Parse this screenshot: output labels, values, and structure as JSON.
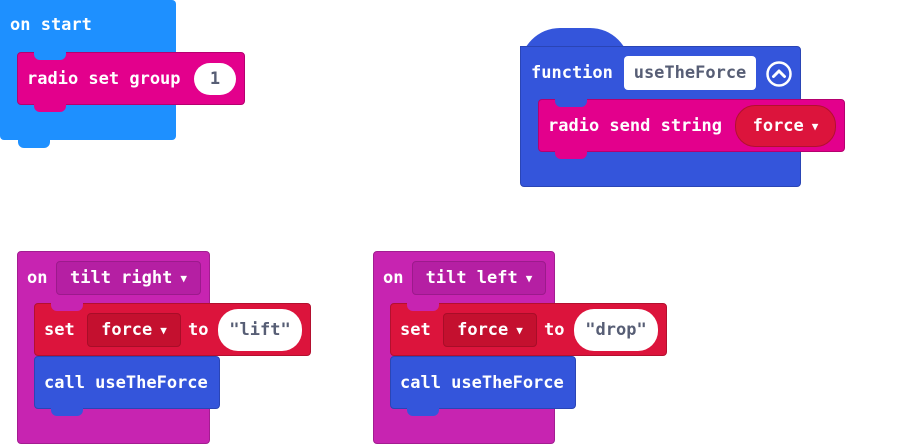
{
  "colors": {
    "basic": "#1e90ff",
    "radio": "#e3008c",
    "functions": "#3455db",
    "variables": "#dc143c",
    "input": "#c724b1",
    "input_dropdown_bg": "#b51fa3",
    "variables_dropdown_bg": "#c4102f"
  },
  "on_start": {
    "label": "on start",
    "radio_set_group": {
      "label": "radio set group",
      "value": "1"
    }
  },
  "function_def": {
    "keyword": "function",
    "name": "useTheForce",
    "collapse_icon": "chevron-up-circle-icon",
    "radio_send_string": {
      "label": "radio send string",
      "variable": "force"
    }
  },
  "tilt_right": {
    "on_label": "on",
    "gesture": "tilt right",
    "set_label": "set",
    "variable": "force",
    "to_label": "to",
    "value": "\"lift\"",
    "call_label": "call useTheForce"
  },
  "tilt_left": {
    "on_label": "on",
    "gesture": "tilt left",
    "set_label": "set",
    "variable": "force",
    "to_label": "to",
    "value": "\"drop\"",
    "call_label": "call useTheForce"
  }
}
